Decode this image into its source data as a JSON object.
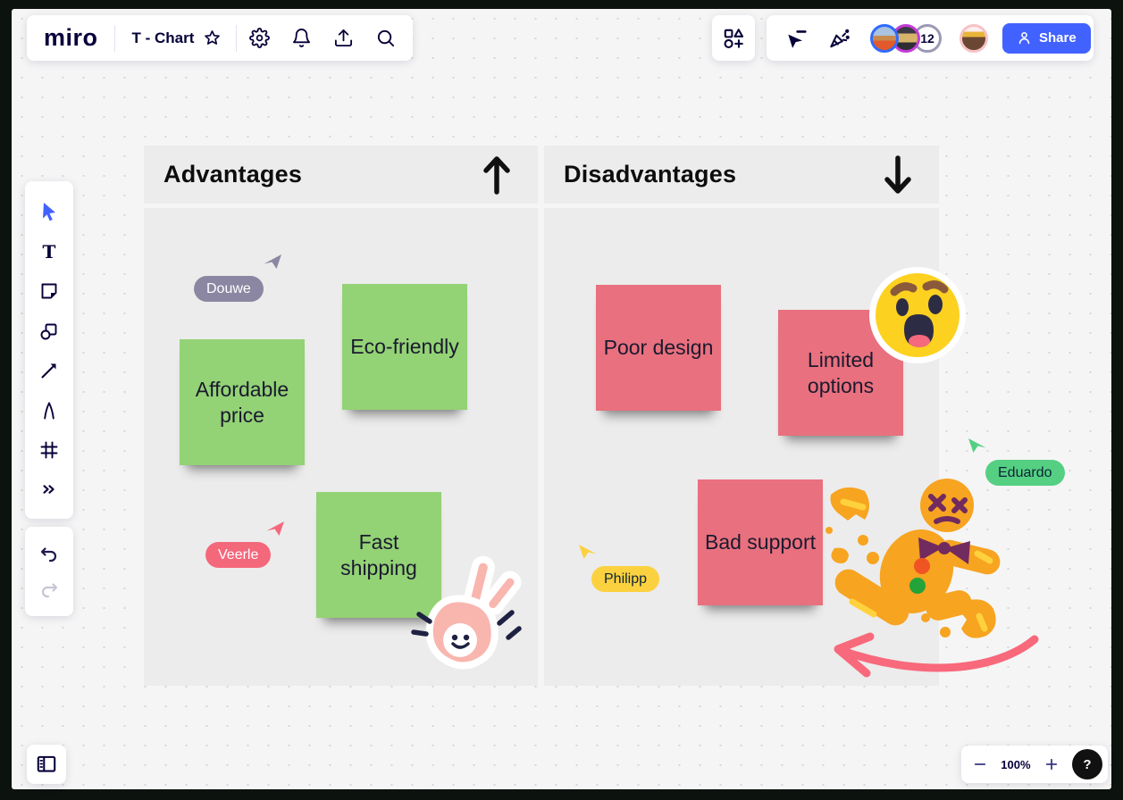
{
  "header": {
    "logo": "miro",
    "board_title": "T - Chart",
    "share_label": "Share",
    "collaborator_count": "12"
  },
  "chart": {
    "type": "t-chart",
    "left": {
      "title": "Advantages",
      "arrow": "up",
      "note_color": "#93d275",
      "notes": [
        "Affordable price",
        "Eco-friendly",
        "Fast shipping"
      ]
    },
    "right": {
      "title": "Disadvantages",
      "arrow": "down",
      "note_color": "#e9707e",
      "notes": [
        "Poor design",
        "Limited options",
        "Bad support"
      ]
    }
  },
  "cursors": {
    "douwe": {
      "label": "Douwe",
      "color": "#8b87a2"
    },
    "veerle": {
      "label": "Veerle",
      "color": "#f4687c"
    },
    "philipp": {
      "label": "Philipp",
      "color": "#fcd13f"
    },
    "eduardo": {
      "label": "Eduardo",
      "color": "#55cf82"
    }
  },
  "stickers": [
    "shocked-emoji",
    "ok-hand",
    "broken-gingerbread",
    "pink-curved-arrow"
  ],
  "footer": {
    "zoom_level": "100%",
    "help_label": "?"
  },
  "colors": {
    "share_button": "#4262ff",
    "select_tool_active": "#4262ff",
    "toolbar_icon": "#050038",
    "column_background": "#ececec",
    "canvas_background": "#f5f5f6"
  }
}
